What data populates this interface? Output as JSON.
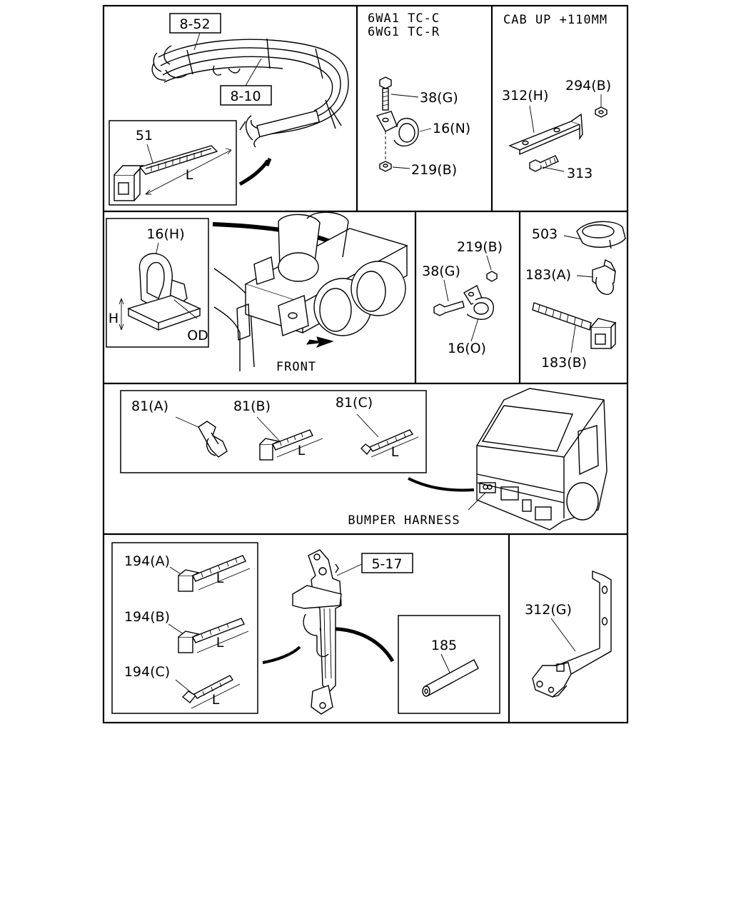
{
  "panels": {
    "harness": {
      "ref_top": "8-52",
      "ref_mid": "8-10",
      "tie": "51",
      "dim": "L"
    },
    "variant": {
      "line1": "6WA1  TC-C",
      "line2": "6WG1  TC-R",
      "bolt": "38(G)",
      "clamp": "16(N)",
      "nut": "219(B)"
    },
    "cab_up": {
      "title": "CAB UP +110MM",
      "bracket": "312(H)",
      "nut": "294(B)",
      "bolt": "313"
    },
    "clip_h": {
      "part": "16(H)",
      "height": "H",
      "od": "OD",
      "front": "FRONT"
    },
    "clamp_o": {
      "nut": "219(B)",
      "bolt": "38(G)",
      "clamp": "16(O)"
    },
    "clips_183": {
      "cover": "503",
      "clip_a": "183(A)",
      "band_b": "183(B)"
    },
    "bumper": {
      "a": "81(A)",
      "b": "81(B)",
      "c": "81(C)",
      "dim": "L",
      "harness": "BUMPER HARNESS"
    },
    "bands_194": {
      "a": "194(A)",
      "b": "194(B)",
      "c": "194(C)",
      "dim": "L"
    },
    "steering": {
      "ref": "5-17"
    },
    "tube": {
      "part": "185"
    },
    "bracket_g": {
      "part": "312(G)"
    }
  }
}
